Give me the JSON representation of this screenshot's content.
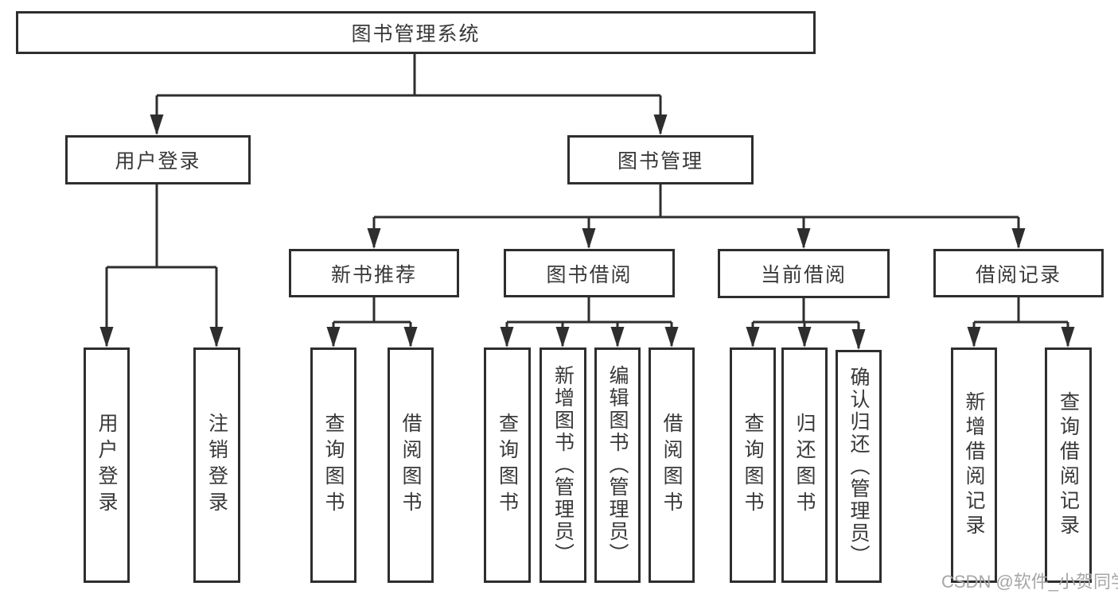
{
  "colors": {
    "line": "#2e2e2e",
    "box_border": "#2e2e2e",
    "text": "#383838",
    "watermark": "#a6a6a6",
    "background": "#ffffff"
  },
  "nodes": {
    "root": "图书管理系统",
    "user_login": "用户登录",
    "book_management": "图书管理",
    "new_book_recommend": "新书推荐",
    "book_borrow": "图书借阅",
    "current_borrow": "当前借阅",
    "borrow_record": "借阅记录",
    "leaf_user_login": "用户登录",
    "leaf_logout": "注销登录",
    "leaf_nbr_query_books": "查询图书",
    "leaf_nbr_borrow_books": "借阅图书",
    "leaf_bb_query_books": "查询图书",
    "leaf_bb_add_books": "新增图书（管理员）",
    "leaf_bb_edit_books": "编辑图书（管理员）",
    "leaf_bb_borrow_books": "借阅图书",
    "leaf_cb_query_books": "查询图书",
    "leaf_cb_return_books": "归还图书",
    "leaf_cb_confirm_return": "确认归还（管理员）",
    "leaf_br_add_record": "新增借阅记录",
    "leaf_br_query_record": "查询借阅记录"
  },
  "hierarchy": {
    "图书管理系统": [
      "用户登录",
      "图书管理"
    ],
    "用户登录": [
      "用户登录",
      "注销登录"
    ],
    "图书管理": [
      "新书推荐",
      "图书借阅",
      "当前借阅",
      "借阅记录"
    ],
    "新书推荐": [
      "查询图书",
      "借阅图书"
    ],
    "图书借阅": [
      "查询图书",
      "新增图书（管理员）",
      "编辑图书（管理员）",
      "借阅图书"
    ],
    "当前借阅": [
      "查询图书",
      "归还图书",
      "确认归还（管理员）"
    ],
    "借阅记录": [
      "新增借阅记录",
      "查询借阅记录"
    ]
  },
  "watermark": "CSDN @软件_小贺同学"
}
